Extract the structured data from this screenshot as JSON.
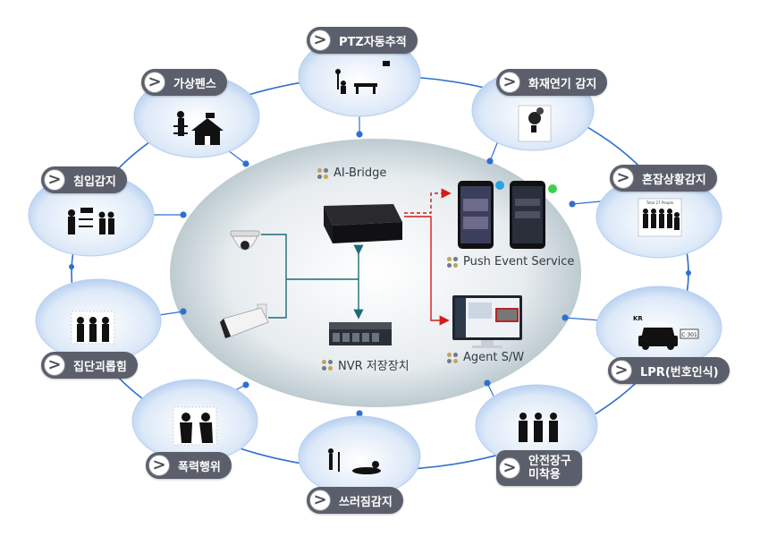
{
  "center": {
    "ai_bridge": "AI-Bridge",
    "push_event": "Push Event Service",
    "nvr": "NVR 저장장치",
    "agent": "Agent S/W"
  },
  "nodes": [
    {
      "id": "ptz",
      "label": "PTZ자동추적"
    },
    {
      "id": "fire",
      "label": "화재연기 감지"
    },
    {
      "id": "crowd",
      "label": "혼잡상황감지"
    },
    {
      "id": "lpr",
      "label": "LPR(번호인식)"
    },
    {
      "id": "safety",
      "label_line1": "안전장구",
      "label_line2": "미착용"
    },
    {
      "id": "fall",
      "label": "쓰러짐감지"
    },
    {
      "id": "violence",
      "label": "폭력행위"
    },
    {
      "id": "group",
      "label": "집단괴롭힘"
    },
    {
      "id": "intrusion",
      "label": "침입감지"
    },
    {
      "id": "fence",
      "label": "가상펜스"
    }
  ],
  "icon_texts": {
    "lpr_region": "KR",
    "lpr_plate": "C·301",
    "crowd_caption": "Total 27 People"
  },
  "colors": {
    "ring": "#2f6fd1",
    "node_fill": "#e9f1fb",
    "tag": "#5b5f6b",
    "teal_line": "#1f6a7a",
    "red_line": "#d21b1b",
    "dot_gold": "#c6a356"
  }
}
